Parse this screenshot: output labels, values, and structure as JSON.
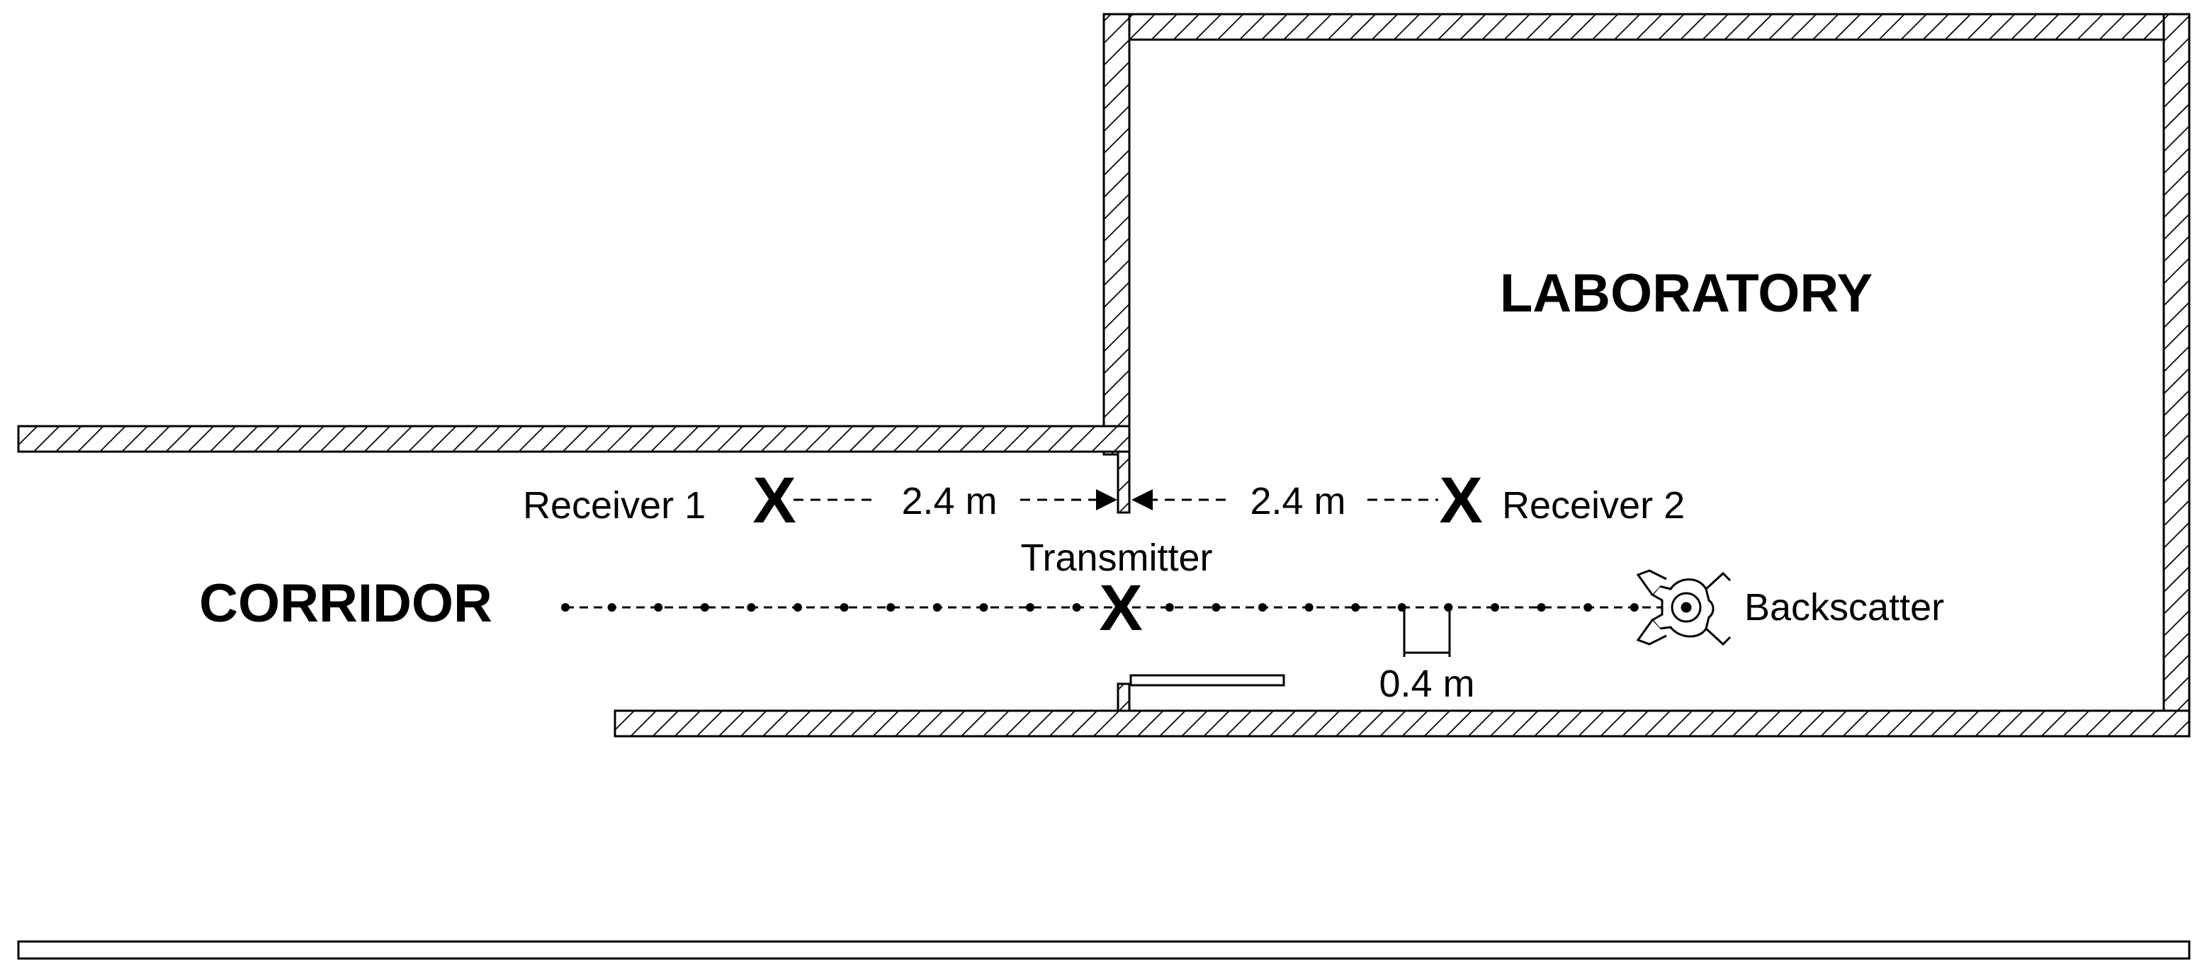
{
  "rooms": {
    "laboratory": "LABORATORY",
    "corridor": "CORRIDOR"
  },
  "devices": {
    "receiver1": "Receiver 1",
    "receiver2": "Receiver 2",
    "transmitter": "Transmitter",
    "backscatter": "Backscatter",
    "marker": "X"
  },
  "dimensions": {
    "left_distance": "2.4 m",
    "right_distance": "2.4 m",
    "step": "0.4 m"
  }
}
